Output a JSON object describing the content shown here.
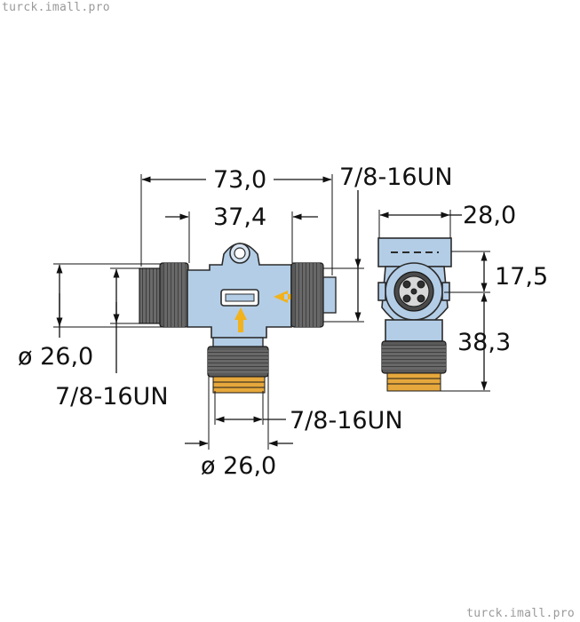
{
  "watermark": {
    "top": "turck.imall.pro",
    "bottom": "turck.imall.pro"
  },
  "dimensions": {
    "overall_length": "73,0",
    "body_length": "37,4",
    "thread_top": "7/8-16UN",
    "side_width": "28,0",
    "side_height_top": "17,5",
    "side_height_bottom": "38,3",
    "left_diameter": "ø 26,0",
    "left_thread": "7/8-16UN",
    "bottom_thread": "7/8-16UN",
    "bottom_diameter": "ø 26,0"
  },
  "colors": {
    "body": "#b3cde6",
    "arrow": "#f2b21b",
    "thread": "#e6a83c"
  }
}
